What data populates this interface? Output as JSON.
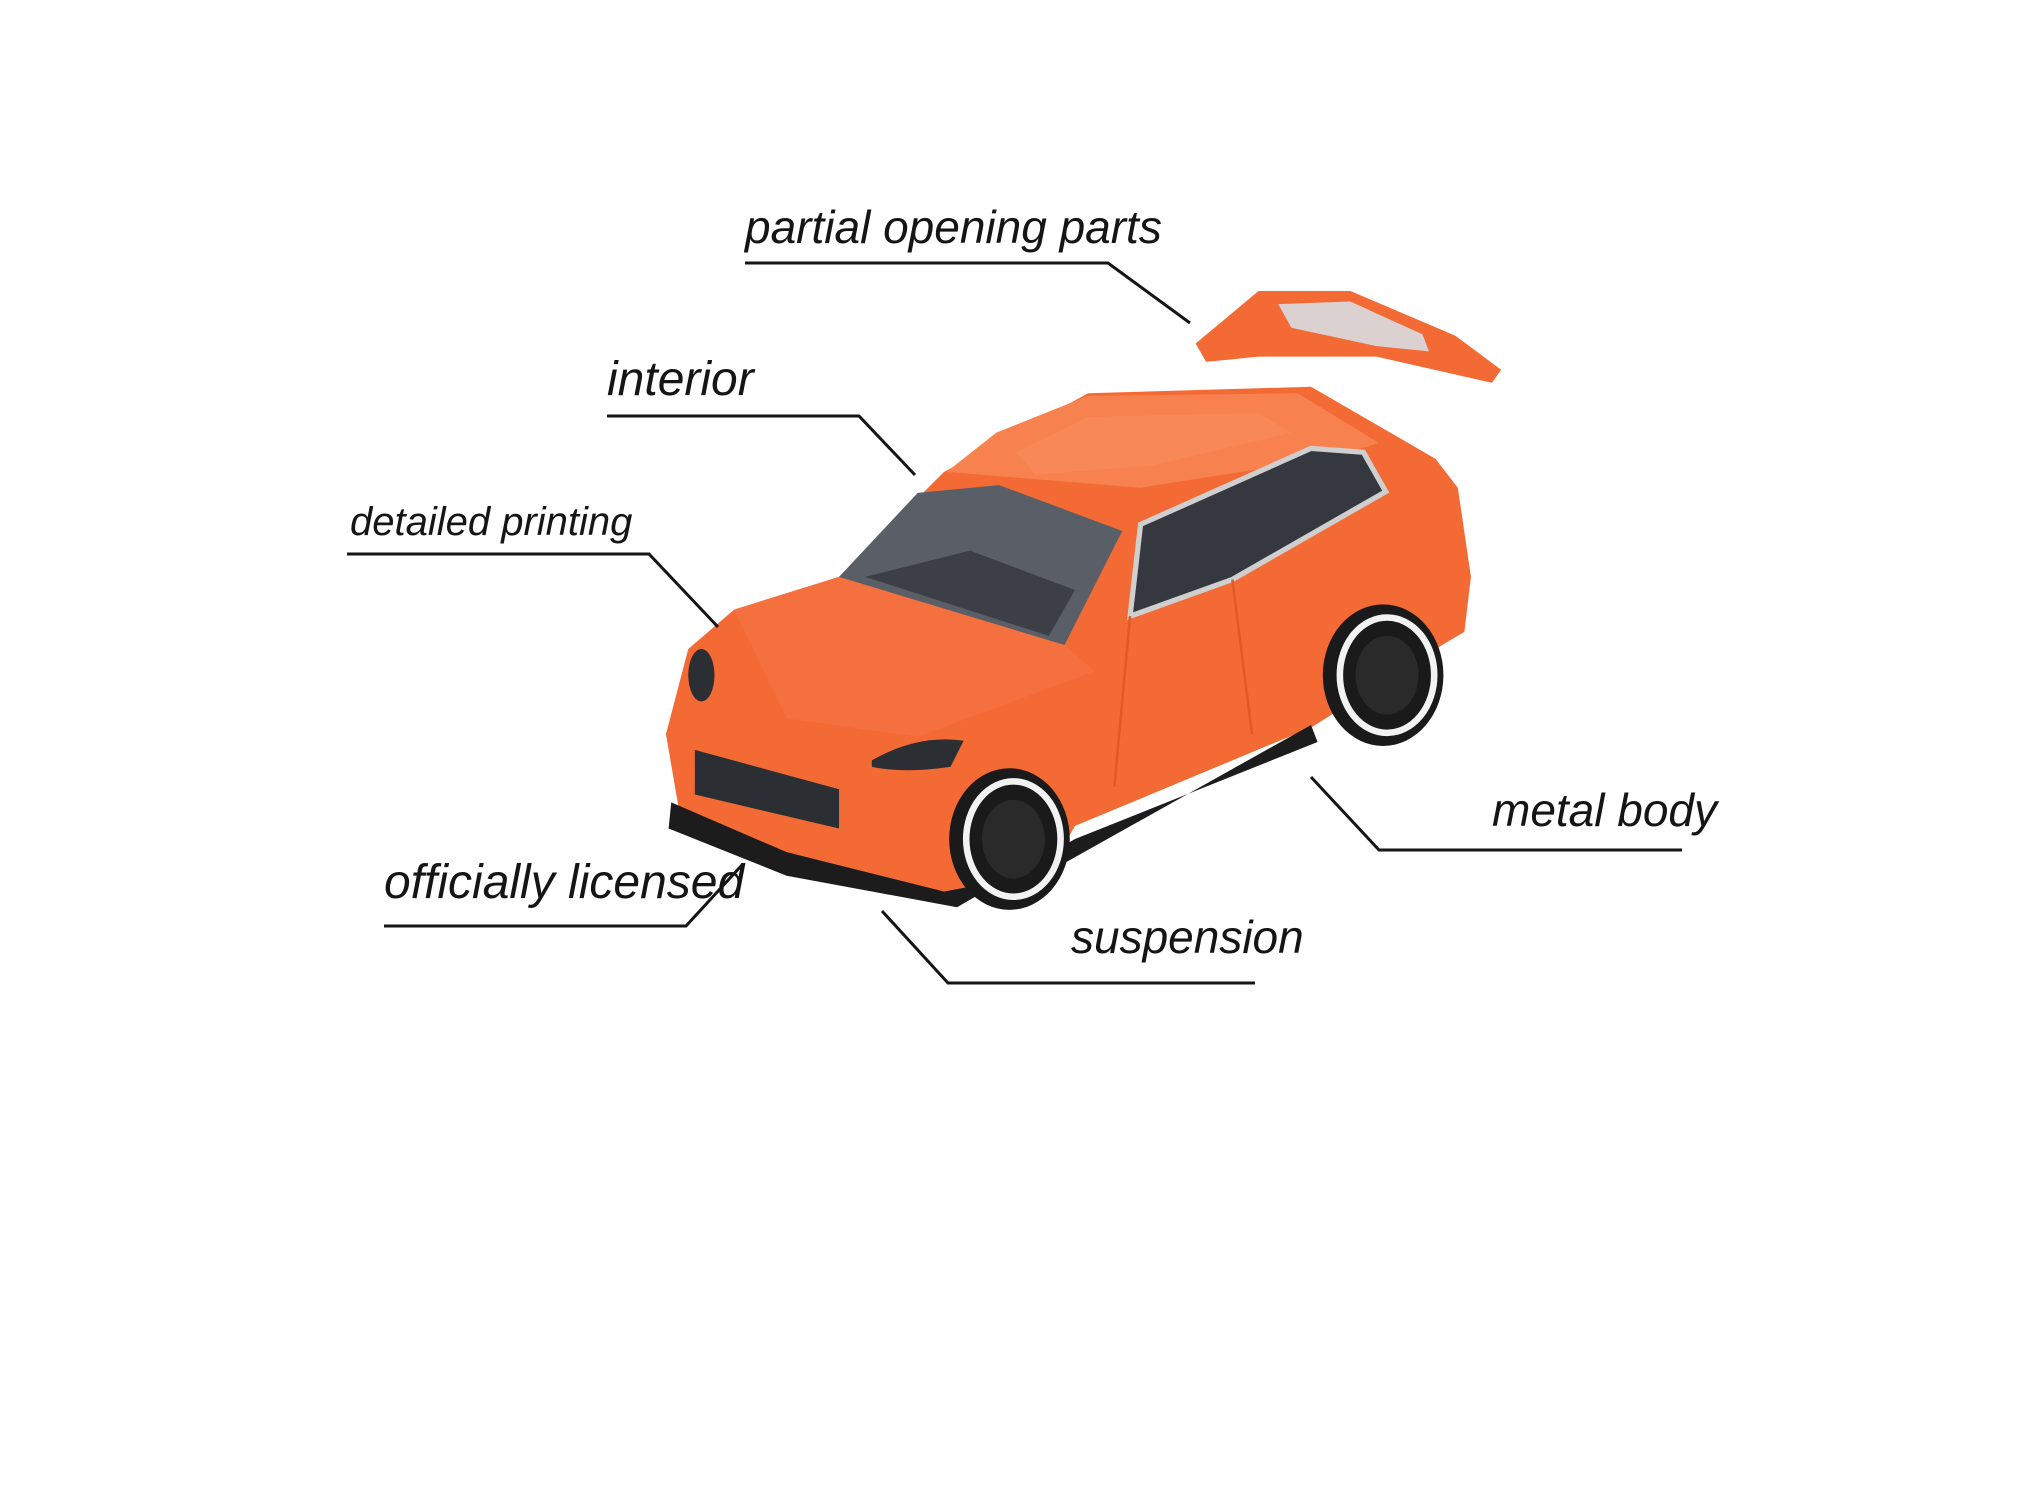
{
  "features": {
    "partial_opening_parts": "partial opening parts",
    "interior": "interior",
    "detailed_printing": "detailed printing",
    "officially_licensed": "officially licensed",
    "suspension": "suspension",
    "metal_body": "metal body"
  },
  "colors": {
    "car_body": "#f36a35",
    "text": "#151515",
    "background": "#ffffff"
  }
}
